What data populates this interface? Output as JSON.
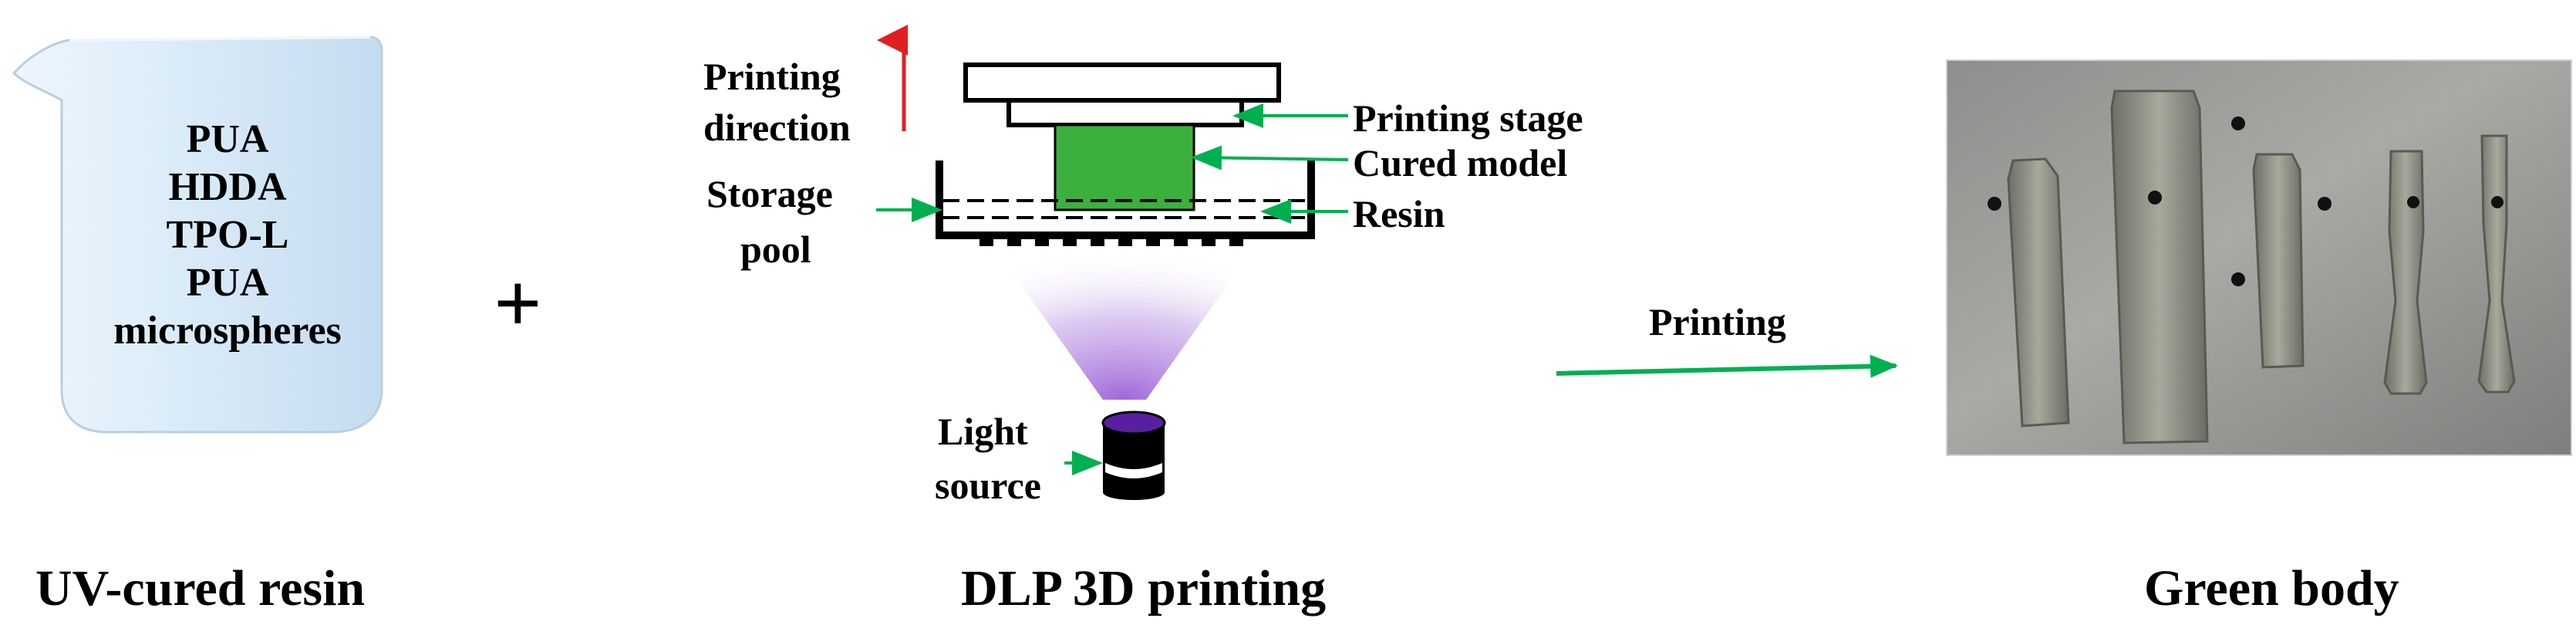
{
  "resin": {
    "components": [
      "PUA",
      "HDDA",
      "TPO-L",
      "PUA",
      "microspheres"
    ],
    "caption": "UV-cured resin"
  },
  "plus_sign": "+",
  "dlp": {
    "labels": {
      "printing_direction_1": "Printing",
      "printing_direction_2": "direction",
      "printing_stage": "Printing stage",
      "cured_model": "Cured model",
      "resin": "Resin",
      "storage_pool_1": "Storage",
      "storage_pool_2": "pool",
      "light_source_1": "Light",
      "light_source_2": "source"
    },
    "caption": "DLP 3D printing"
  },
  "process_arrow_label": "Printing",
  "green_body": {
    "caption": "Green body"
  },
  "colors": {
    "pointer_arrow": "#00b050",
    "direction_arrow": "#e02020",
    "cured_model": "#3cb03c",
    "light_beam": "#9b5fd6",
    "light_lens": "#5a1fa0",
    "beaker_fill": "#d8eaf8",
    "photo_background": "#9a9a98"
  }
}
